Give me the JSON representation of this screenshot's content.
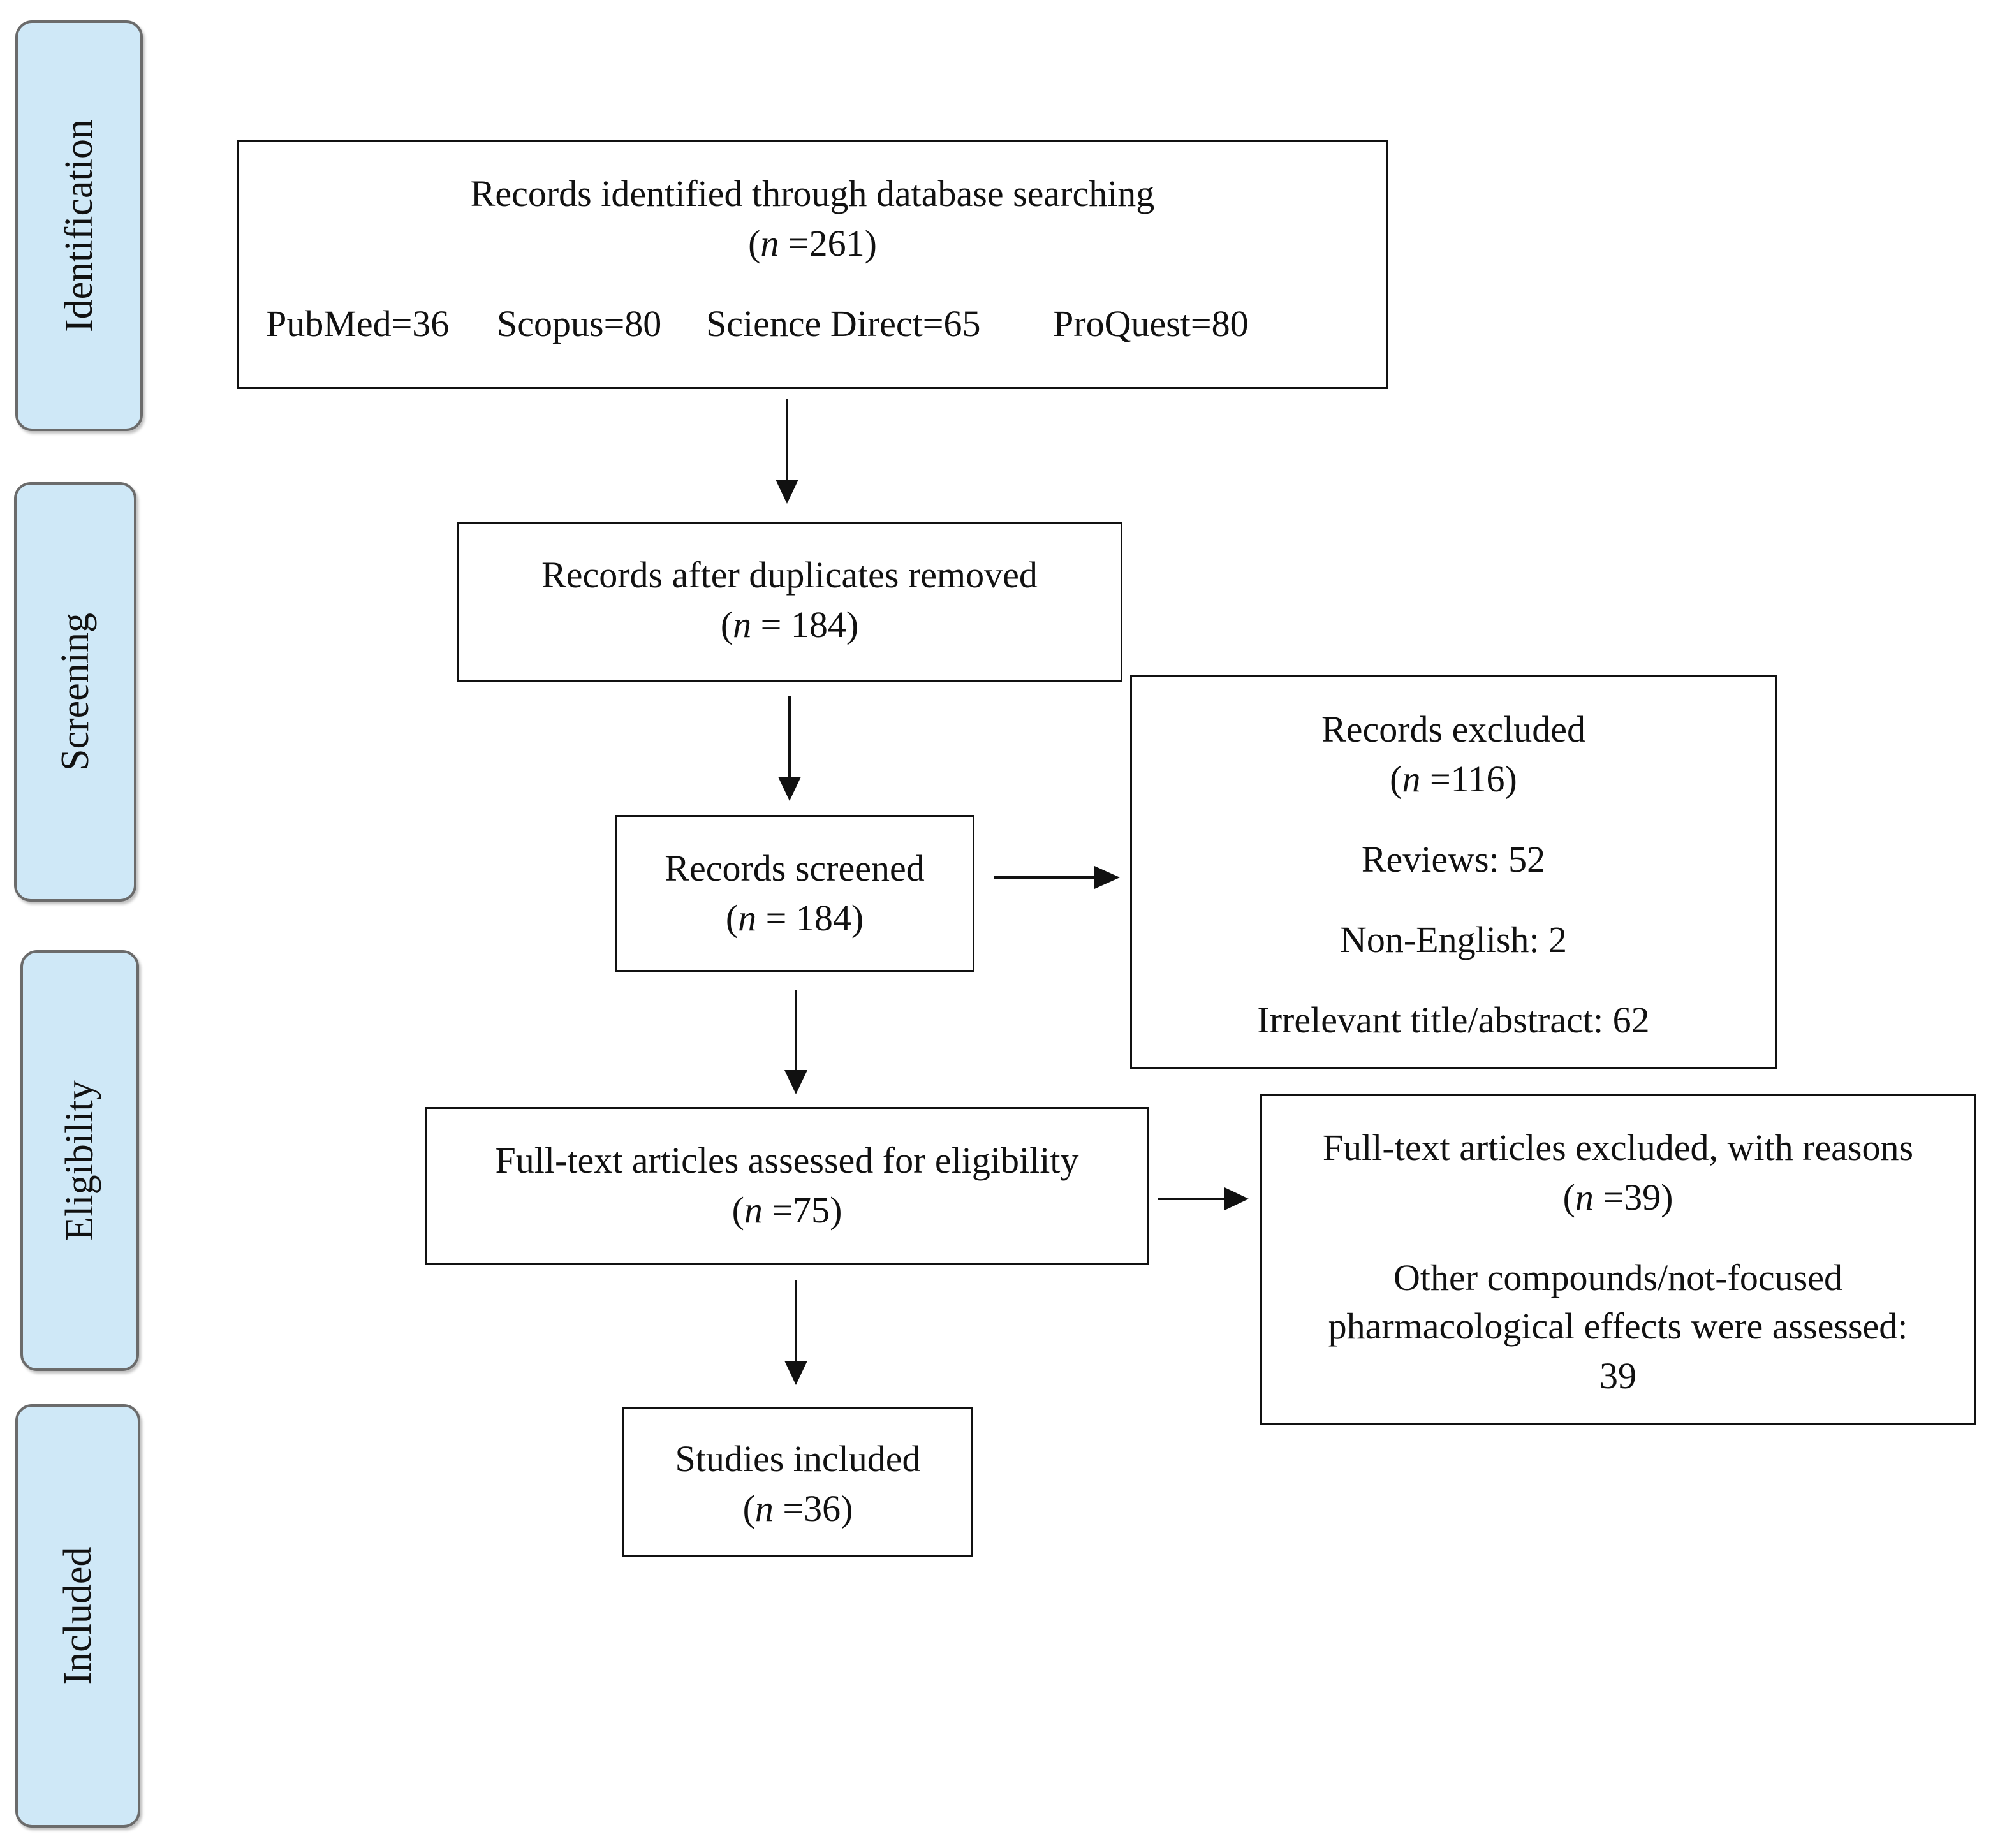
{
  "stages": {
    "identification": "Identification",
    "screening": "Screening",
    "eligibility": "Eligibility",
    "included": "Included"
  },
  "boxes": {
    "identified": {
      "title": "Records identified through database searching",
      "n_prefix": "(",
      "n_symbol": "n",
      "n_value": " =261)",
      "sources": {
        "pubmed": "PubMed=36",
        "scopus": "Scopus=80",
        "science_direct": "Science Direct=65",
        "proquest": "ProQuest=80"
      }
    },
    "duplicates_removed": {
      "title": "Records after duplicates removed",
      "n_prefix": "(",
      "n_symbol": "n",
      "n_value": " = 184)"
    },
    "screened": {
      "title": "Records screened",
      "n_prefix": "(",
      "n_symbol": "n",
      "n_value": " = 184)"
    },
    "excluded": {
      "title": "Records excluded",
      "n_prefix": "(",
      "n_symbol": "n",
      "n_value": " =116)",
      "reasons": {
        "reviews": "Reviews: 52",
        "non_english": "Non-English: 2",
        "irrelevant": "Irrelevant title/abstract: 62"
      }
    },
    "fulltext_assessed": {
      "title": "Full-text articles assessed for eligibility",
      "n_prefix": "(",
      "n_symbol": "n",
      "n_value": " =75)"
    },
    "fulltext_excluded": {
      "title": "Full-text articles excluded, with reasons",
      "n_prefix": "(",
      "n_symbol": "n",
      "n_value": " =39)",
      "reason_line1": "Other compounds/not-focused",
      "reason_line2": "pharmacological effects were assessed:",
      "reason_line3": "39"
    },
    "included": {
      "title": "Studies included",
      "n_prefix": "(",
      "n_symbol": "n",
      "n_value": " =36)"
    }
  }
}
